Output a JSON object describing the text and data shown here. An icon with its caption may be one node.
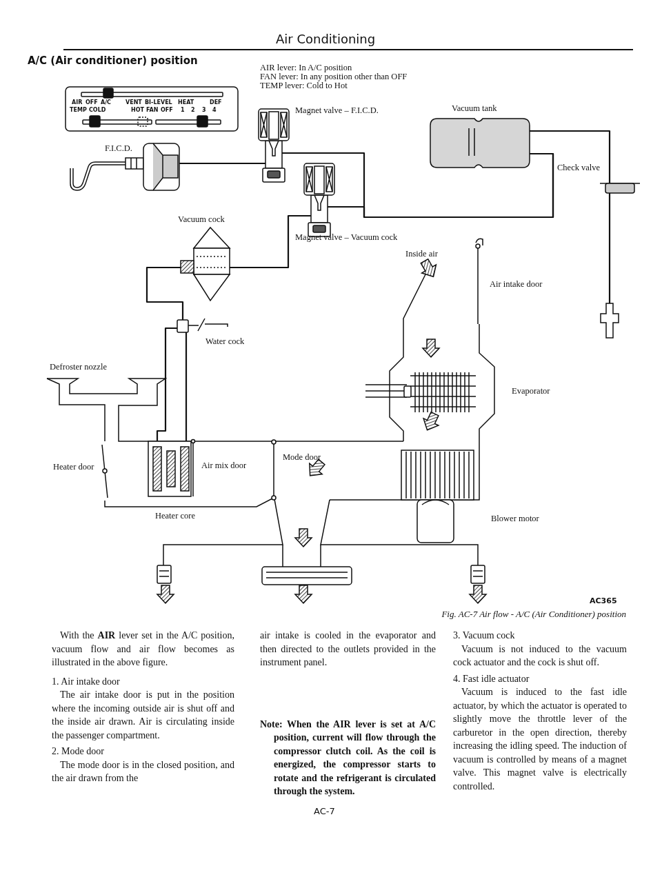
{
  "diagram": {
    "title": "A/C (Air conditioner) position",
    "caption": "Fig. AC-7 Air flow - A/C (Air Conditioner) position",
    "nodes": [
      {
        "text": [],
        "shape": "picture"
      },
      {
        "text": [],
        "shape": "picture"
      },
      {
        "text": [],
        "shape": "picture"
      },
      {
        "text": [],
        "shape": "picture"
      },
      {
        "text": [],
        "shape": "picture"
      },
      {
        "text": [],
        "shape": "picture"
      },
      {
        "text": [],
        "shape": "picture"
      },
      {
        "text": [],
        "shape": "picture"
      },
      {
        "text": [],
        "shape": "picture"
      }
    ],
    "edges": [
      {
        "from": 0,
        "to": 1,
        "arrow": "none"
      },
      {
        "from": 1,
        "to": 3,
        "arrow": "none"
      },
      {
        "from": 2,
        "to": 3,
        "arrow": "none"
      },
      {
        "from": 2,
        "to": 6,
        "arrow": "none"
      },
      {
        "from": 3,
        "to": 4,
        "arrow": "none"
      },
      {
        "from": 4,
        "to": 5,
        "arrow": "none"
      },
      {
        "from": 6,
        "to": 7,
        "arrow": "none"
      },
      {
        "from": 7,
        "to": 8,
        "arrow": "none"
      },
      {
        "from": 7,
        "to": 8,
        "arrow": "none"
      }
    ],
    "labels": [
      "Air Conditioning",
      "AIR lever: In A/C position",
      "FAN lever: In any position other than OFF",
      "TEMP lever: Cold to Hot",
      "AIR",
      "OFF",
      "A/C",
      "VENT",
      "BI-LEVEL",
      "HEAT",
      "DEF",
      "TEMP",
      "COLD",
      "HOT",
      "FAN",
      "OFF",
      "1",
      "2",
      "3",
      "4",
      "Magnet valve – F.I.C.D.",
      "Vacuum tank",
      "F.I.C.D.",
      "Check valve",
      "Vacuum cock",
      "Magnet valve – Vacuum cock",
      "Inside air",
      "Air intake door",
      "Water cock",
      "Defroster nozzle",
      "Evaporator",
      "Mode door",
      "Heater door",
      "Air mix door",
      "Heater core",
      "Blower motor",
      "AC365",
      "With the **AIR** lever set in the A/C position, vacuum flow and air flow becomes as illustrated in the above figure.",
      "1. Air intake door",
      "The air intake door is put in the position where the incoming outside air is shut off and the inside air drawn. Air is circulating inside the passenger compartment.",
      "2. Mode door",
      "The mode door is in the closed position, and the air drawn from the",
      "air intake is cooled in the evaporator and then directed to the outlets provided in the instrument panel.",
      "Note: When the AIR lever is set at A/C position, current will flow through the compressor clutch coil. As the coil is energized, the compressor starts to rotate and the refrigerant is circulated through the system.",
      "AC-7",
      "3. Vacuum cock",
      "Vacuum is not induced to the vacuum cock actuator and the cock is shut off.",
      "4. Fast idle actuator",
      "Vacuum is induced to the fast idle actuator, by which the actuator is operated to slightly move the throttle lever of the carburetor in the open direction, thereby increasing the idling speed. The induction of vacuum is controlled by means of a magnet valve. This magnet valve is electrically controlled."
    ]
  }
}
